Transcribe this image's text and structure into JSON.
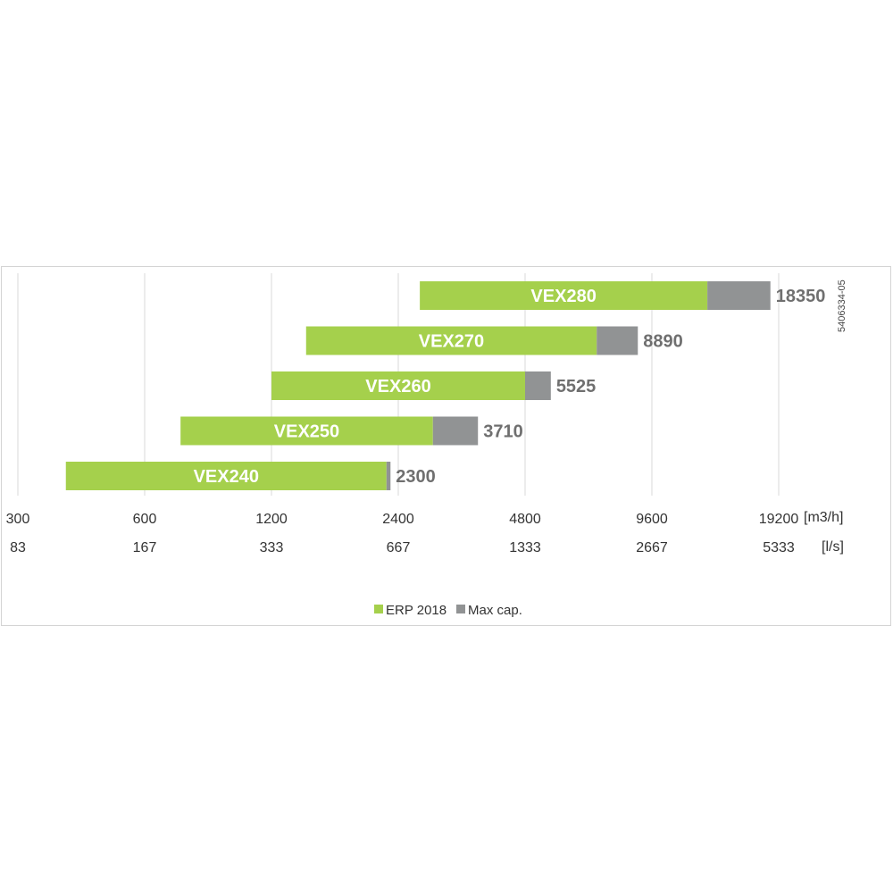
{
  "chart_data": {
    "type": "bar",
    "orientation": "horizontal",
    "x_scale": "log2",
    "xlim": [
      300,
      19200
    ],
    "x_ticks_m3h": [
      "300",
      "600",
      "1200",
      "2400",
      "4800",
      "9600",
      "19200"
    ],
    "x_ticks_ls": [
      "83",
      "167",
      "333",
      "667",
      "1333",
      "2667",
      "5333"
    ],
    "x_unit_primary": "[m3/h]",
    "x_unit_secondary": "[l/s]",
    "grid": true,
    "legend_position": "bottom-center",
    "doc_id": "5406334-05",
    "series": [
      {
        "name": "ERP 2018",
        "color": "#a5d04c"
      },
      {
        "name": "Max cap.",
        "color": "#919394"
      }
    ],
    "bars": [
      {
        "label": "VEX280",
        "start": 2700,
        "erp_end": 13000,
        "max": 18350,
        "max_label": "18350"
      },
      {
        "label": "VEX270",
        "start": 1450,
        "erp_end": 7100,
        "max": 8890,
        "max_label": "8890"
      },
      {
        "label": "VEX260",
        "start": 1200,
        "erp_end": 4800,
        "max": 5525,
        "max_label": "5525"
      },
      {
        "label": "VEX250",
        "start": 730,
        "erp_end": 2900,
        "max": 3710,
        "max_label": "3710"
      },
      {
        "label": "VEX240",
        "start": 390,
        "erp_end": 2250,
        "max": 2300,
        "max_label": "2300"
      }
    ]
  }
}
